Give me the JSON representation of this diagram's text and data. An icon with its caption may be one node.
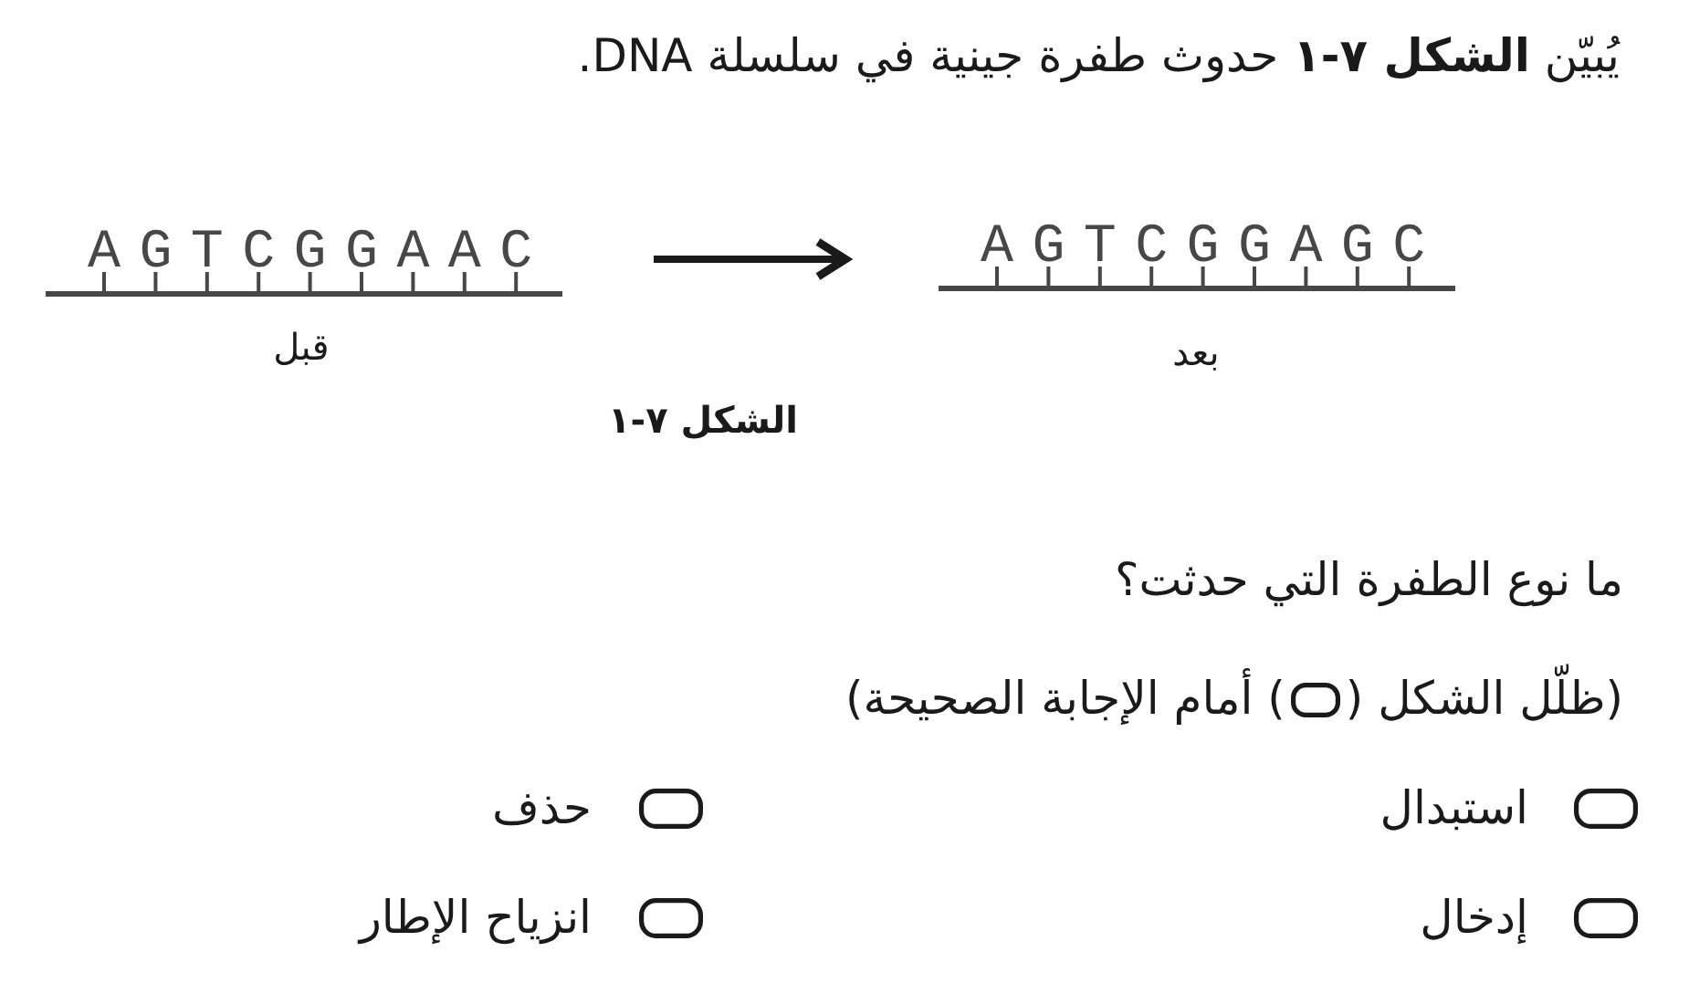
{
  "diagram": {
    "title": "يُبيّن **الشكل ٧-١** حدوث طفرة جينية في سلسلة DNA.",
    "caption": "الشكل ٧-١",
    "nodes": [
      {
        "text": [
          "AGTCGGAAC"
        ],
        "beside": [
          "قبل"
        ]
      },
      {
        "text": [
          "AGTCGGAGC"
        ],
        "beside": [
          "بعد"
        ]
      }
    ],
    "edges": [
      {
        "from": 0,
        "to": 1,
        "arrow": "to"
      }
    ],
    "labels": [
      "ما نوع الطفرة التي حدثت؟",
      "(ظلّل الشكل (",
      ") أمام الإجابة الصحيحة)",
      "استبدال",
      "حذف",
      "إدخال",
      "انزياح الإطار"
    ]
  }
}
